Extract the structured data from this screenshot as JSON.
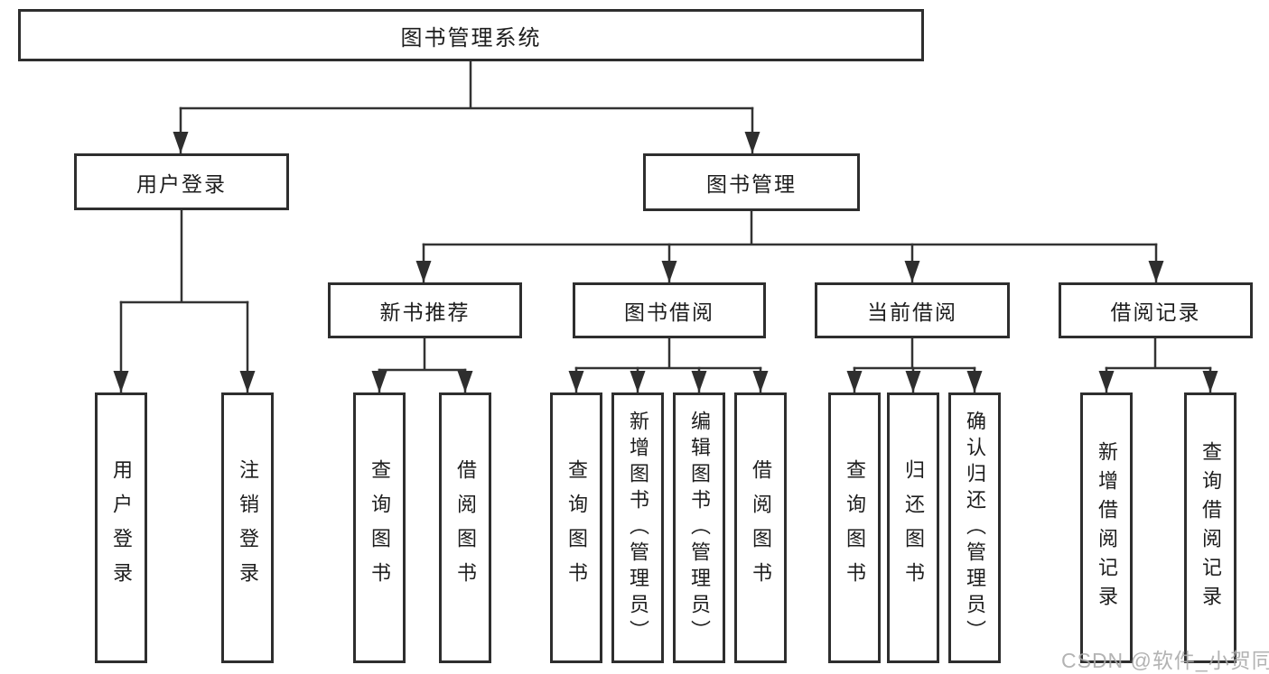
{
  "diagram": {
    "root": {
      "label": "图书管理系统"
    },
    "branches": [
      {
        "label": "用户登录",
        "children": [
          {
            "label": "用户登录"
          },
          {
            "label": "注销登录"
          }
        ]
      },
      {
        "label": "图书管理",
        "children": [
          {
            "label": "新书推荐",
            "children": [
              {
                "label": "查询图书"
              },
              {
                "label": "借阅图书"
              }
            ]
          },
          {
            "label": "图书借阅",
            "children": [
              {
                "label": "查询图书"
              },
              {
                "label": "新增图书（管理员）"
              },
              {
                "label": "编辑图书（管理员）"
              },
              {
                "label": "借阅图书"
              }
            ]
          },
          {
            "label": "当前借阅",
            "children": [
              {
                "label": "查询图书"
              },
              {
                "label": "归还图书"
              },
              {
                "label": "确认归还（管理员）"
              }
            ]
          },
          {
            "label": "借阅记录",
            "children": [
              {
                "label": "新增借阅记录"
              },
              {
                "label": "查询借阅记录"
              }
            ]
          }
        ]
      }
    ],
    "watermark": "CSDN @软件_小贺同学",
    "colors": {
      "line": "#333333",
      "box_border": "#2e2e2e",
      "text": "#1d1d1d",
      "background": "#ffffff",
      "watermark": "#a8a8a8"
    }
  }
}
